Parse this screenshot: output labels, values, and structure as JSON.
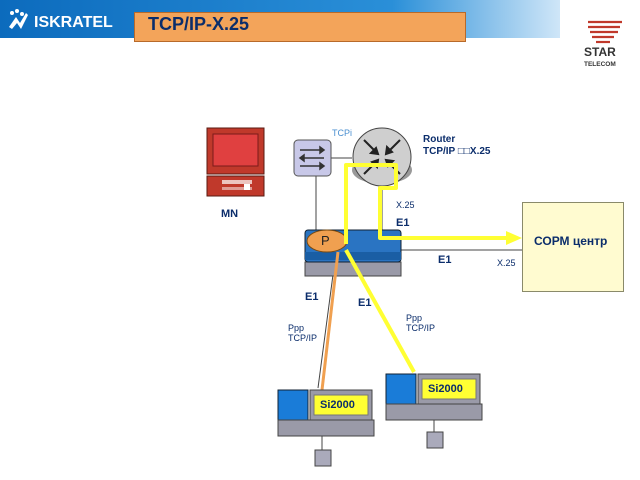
{
  "header": {
    "title": "TCP/IP-X.25",
    "left_logo_text": "ISKRATEL",
    "right_logo_text_1": "STAR",
    "right_logo_text_2": "TELECOM"
  },
  "diagram": {
    "router_label": "Router",
    "router_sublabel": "TCP/IP □□X.25",
    "tcp_label": "TCPi",
    "mn_label": "MN",
    "x25_top_label": "X.25",
    "e1_top_label": "E1",
    "p_label": "P",
    "e1_right_label": "E1",
    "x25_right_label": "X.25",
    "copm_label": "СОРМ центр",
    "e1_left_label": "E1",
    "e1_mid_label": "E1",
    "ppp_left_1": "Ppp",
    "ppp_left_2": "TCP/IP",
    "ppp_right_1": "Ppp",
    "ppp_right_2": "TCP/IP",
    "si2000_left": "Si2000",
    "si2000_right": "Si2000"
  },
  "colors": {
    "title_bar": "#f3a45a",
    "header_blue": "#1176c6",
    "highlight_path": "#ffff33",
    "orange_path": "#f0a050",
    "label_text": "#0b2d6b"
  }
}
